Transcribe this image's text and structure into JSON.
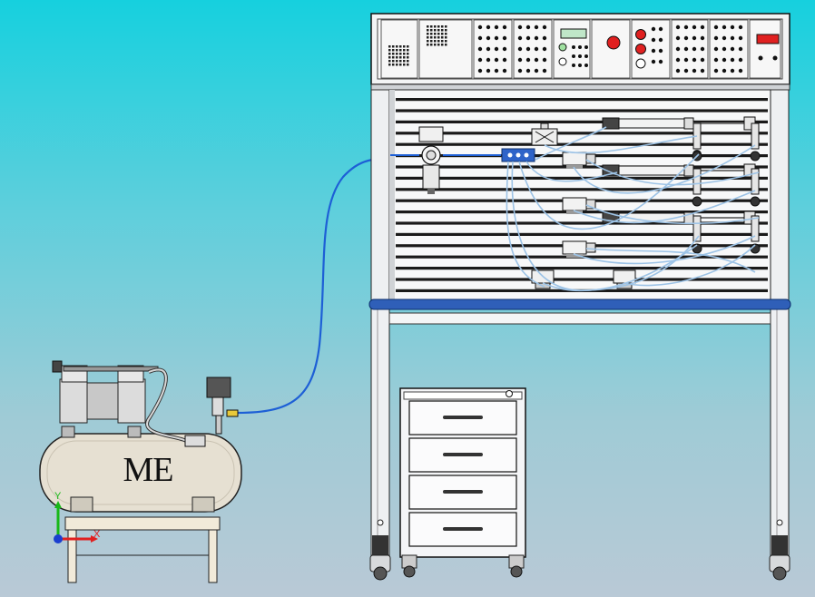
{
  "tank": {
    "label": "ME"
  },
  "axis_triad": {
    "x_label": "X",
    "y_label": "Y"
  },
  "colors": {
    "background_top": "#16d0de",
    "background_bottom": "#b9c9d6",
    "hose": "#1d5fd6",
    "tube": "#9dc3e6",
    "rail": "#2f5fb8",
    "indicator_red": "#e02020",
    "lcd": "#bfe6c8"
  }
}
